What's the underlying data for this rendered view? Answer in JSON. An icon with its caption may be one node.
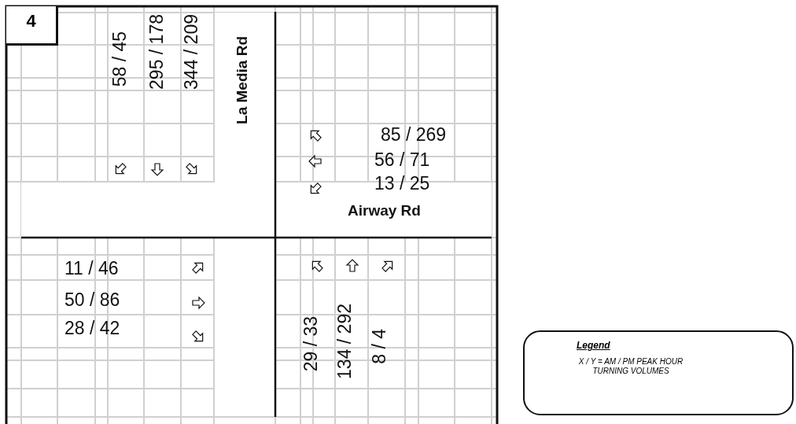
{
  "diagram": {
    "nodes": [
      {
        "text": [
          "4"
        ]
      },
      {
        "text": [
          "Legend",
          "X / Y = AM / PM PEAK HOUR TURNING VOLUMES"
        ]
      }
    ],
    "labels": [
      "58 / 45",
      "295 / 178",
      "344 / 209",
      "La Media Rd",
      "85 / 269",
      "56 / 71",
      "13 / 25",
      "Airway Rd",
      "11 / 46",
      "50 / 86",
      "28 / 42",
      "29 / 33",
      "134 / 292",
      "8 / 4"
    ]
  }
}
